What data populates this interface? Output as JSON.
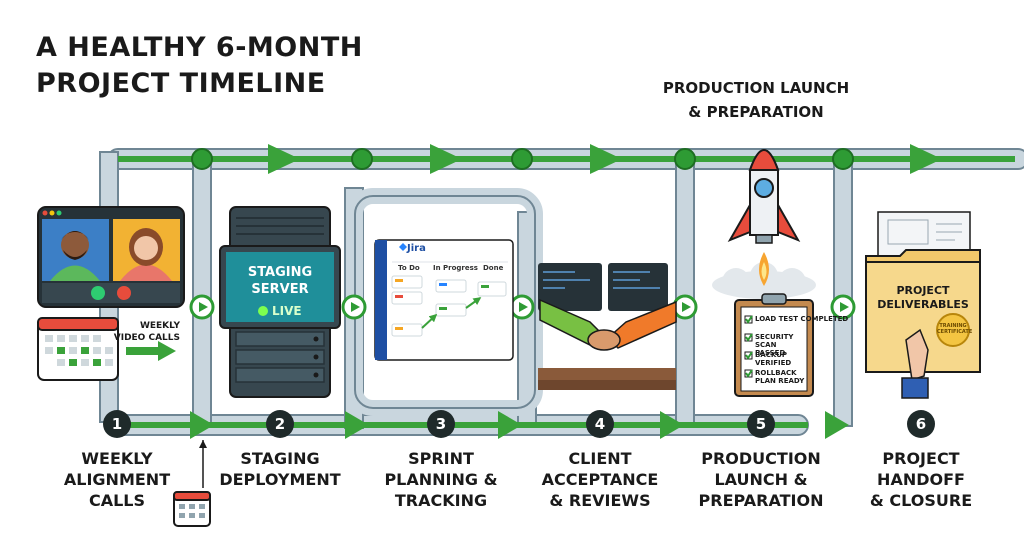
{
  "title": {
    "line1": "A HEALTHY 6-MONTH",
    "line2": "PROJECT TIMELINE"
  },
  "top_label": {
    "line1": "PRODUCTION LAUNCH",
    "line2": "& PREPARATION"
  },
  "colors": {
    "pipe": "#c9d6de",
    "pipe_outline": "#6f8694",
    "flow": "#3aa23a",
    "node": "#2e9b34",
    "ink": "#1a1a1a"
  },
  "stages": [
    {
      "number": "1",
      "lines": [
        "WEEKLY",
        "ALIGNMENT",
        "CALLS"
      ]
    },
    {
      "number": "2",
      "lines": [
        "STAGING",
        "DEPLOYMENT"
      ]
    },
    {
      "number": "3",
      "lines": [
        "SPRINT",
        "PLANNING &",
        "TRACKING"
      ]
    },
    {
      "number": "4",
      "lines": [
        "CLIENT",
        "ACCEPTANCE",
        "& REVIEWS"
      ]
    },
    {
      "number": "5",
      "lines": [
        "PRODUCTION",
        "LAUNCH &",
        "PREPARATION"
      ]
    },
    {
      "number": "6",
      "lines": [
        "PROJECT",
        "HANDOFF",
        "& CLOSURE"
      ]
    }
  ],
  "weekly": {
    "line1": "WEEKLY",
    "line2": "VIDEO CALLS"
  },
  "server": {
    "line1": "STAGING",
    "line2": "SERVER",
    "status": "LIVE"
  },
  "jira": {
    "brand": "Jira",
    "columns": [
      "To Do",
      "In Progress",
      "Done"
    ]
  },
  "checklist": {
    "items": [
      "LOAD TEST COMPLETED",
      "SECURITY SCAN PASSED",
      "BACKUP VERIFIED",
      "ROLLBACK PLAN READY"
    ]
  },
  "deliverables": {
    "line1": "PROJECT",
    "line2": "DELIVERABLES",
    "seal": "TRAINING CERTIFICATE"
  }
}
